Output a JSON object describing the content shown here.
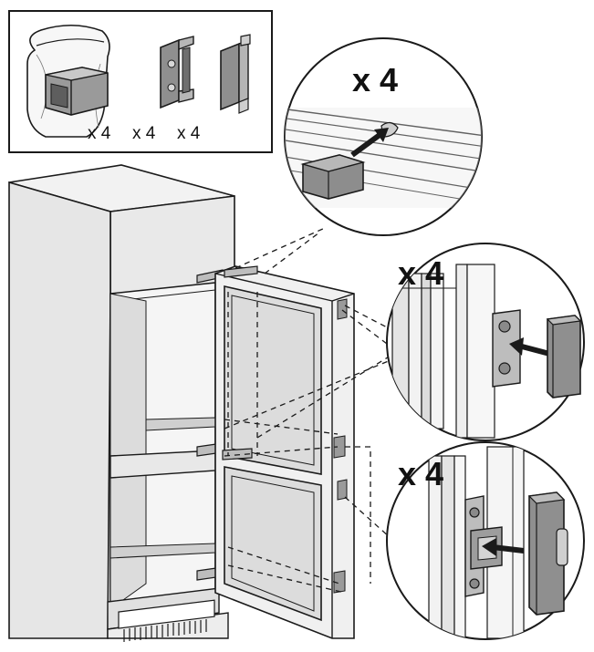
{
  "parts_box": {
    "quantities": [
      "x 4",
      "x 4",
      "x 4"
    ]
  },
  "callouts": [
    {
      "quantity": "x 4"
    },
    {
      "quantity": "x 4"
    },
    {
      "quantity": "x 4"
    }
  ],
  "colors": {
    "line": "#1a1a1a",
    "part_gray": "#8a8a8a",
    "panel_light": "#e8e8e8",
    "panel_mid": "#d6d6d6"
  }
}
